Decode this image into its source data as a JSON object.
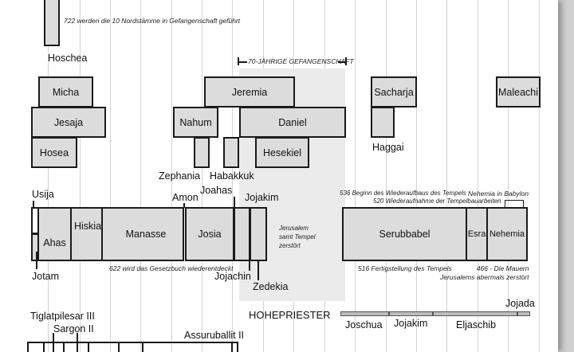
{
  "notes": {
    "nordstaemme": "722 werden die 10 Nordstämme in Gefangenschaft geführt",
    "gefangenschaft": "70-JÄHRIGE GEFANGENSCHAFT",
    "jerusalem": "Jerusalem\nsamt Tempel\nzerstört",
    "beginn": "536 Beginn des Wiederaufbaus des Tempels",
    "wiederaufnahme": "520 Wiederaufnahme der Tempelbauarbeiten",
    "babylon": "Nehemia in Babylon",
    "gesetzbuch": "622 wird das Gesetzbuch wiederentdeckt",
    "fertigstellung": "516 Fertigstellung des Tempels",
    "mauern": "466 - Die Mauern\nJerusalems abermals zerstört"
  },
  "prophets": {
    "hoschea": "Hoschea",
    "micha": "Micha",
    "jesaja": "Jesaja",
    "hosea": "Hosea",
    "jeremia": "Jeremia",
    "nahum": "Nahum",
    "daniel": "Daniel",
    "hesekiel": "Hesekiel",
    "zephania": "Zephania",
    "habakkuk": "Habakkuk",
    "sacharja": "Sacharja",
    "haggai": "Haggai",
    "maleachi": "Maleachi"
  },
  "kings": {
    "usija": "Usija",
    "ahas": "Ahas",
    "hiskia": "Hiskia",
    "manasse": "Manasse",
    "amon": "Amon",
    "josia": "Josia",
    "joahas": "Joahas",
    "jojakim": "Jojakim",
    "jotam": "Jotam",
    "jojachin": "Jojachin",
    "zedekia": "Zedekia",
    "serubbabel": "Serubbabel",
    "esra": "Esra",
    "nehemia": "Nehemia"
  },
  "priests": {
    "heading": "HOHEPRIESTER",
    "joschua": "Joschua",
    "jojakim": "Jojakim",
    "eljaschib": "Eljaschib",
    "jojada": "Jojada"
  },
  "assyria": {
    "tiglatpilesar": "Tiglatpilesar III",
    "sargon": "Sargon II",
    "assuruballit": "Assuruballit II"
  },
  "colors": {
    "box_fill": "#dcdcdc",
    "shade": "#ebebeb",
    "grid": "#d4d4d4",
    "border": "#1a1a1a"
  }
}
